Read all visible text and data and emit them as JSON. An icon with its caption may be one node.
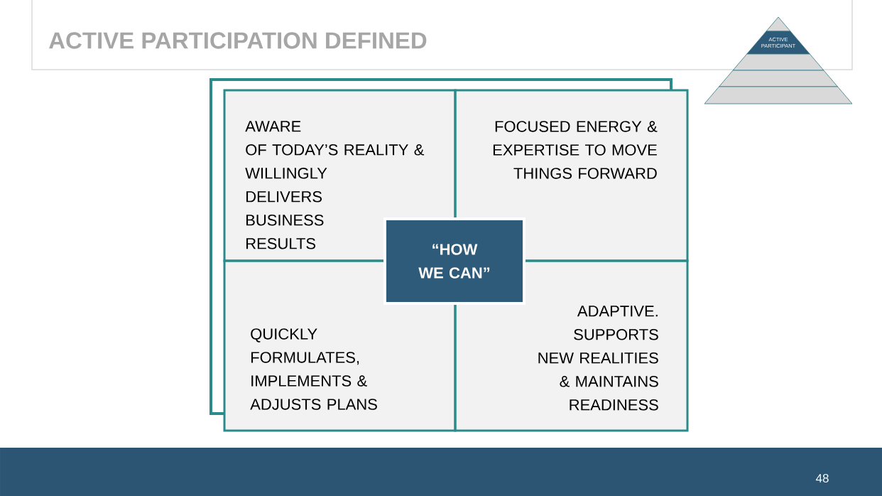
{
  "diagram": {
    "title": "ACTIVE PARTICIPATION DEFINED",
    "nodes": [
      {
        "text": [
          "AWARE OF TODAY’S REALITY & WILLINGLY DELIVERS BUSINESS RESULTS"
        ]
      },
      {
        "text": [
          "FOCUSED ENERGY & EXPERTISE TO MOVE THINGS FORWARD"
        ]
      },
      {
        "text": [
          "QUICKLY FORMULATES, IMPLEMENTS & ADJUSTS PLANS"
        ]
      },
      {
        "text": [
          "ADAPTIVE. SUPPORTS NEW REALITIES & MAINTAINS READINESS"
        ]
      },
      {
        "text": [
          "“HOW WE CAN”"
        ]
      },
      {
        "text": [],
        "shape": "triangle"
      },
      {
        "text": [
          "ACTIVE PARTICIPANT"
        ]
      },
      {
        "text": [],
        "shape": "trapezoid"
      },
      {
        "text": [],
        "shape": "trapezoid"
      },
      {
        "text": [],
        "shape": "trapezoid"
      }
    ],
    "labels": [
      "48"
    ]
  }
}
